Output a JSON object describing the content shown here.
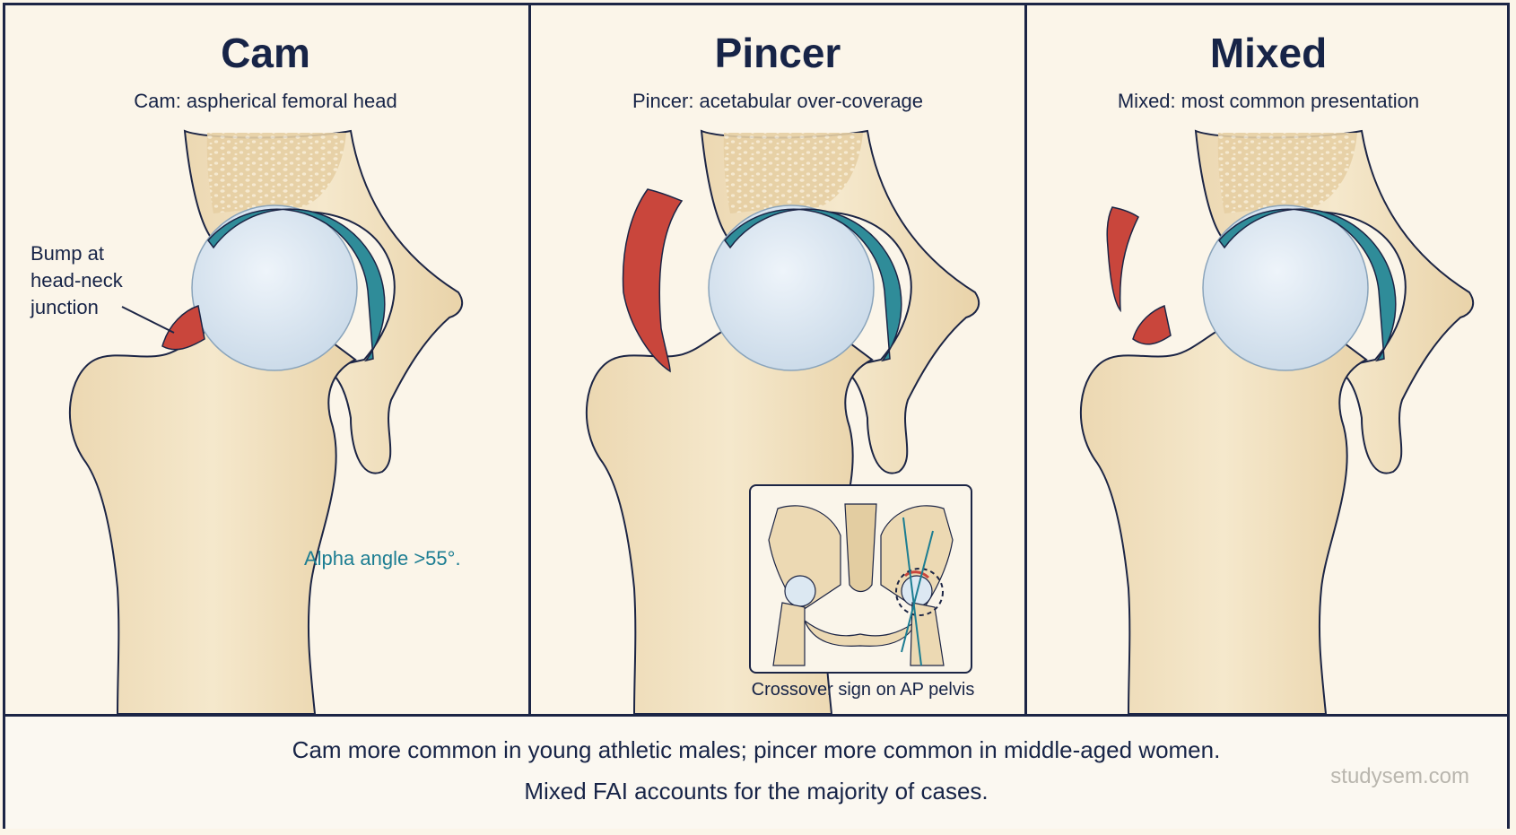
{
  "panels": [
    {
      "title": "Cam",
      "subtitle": "Cam: aspherical femoral head",
      "callout": "Bump at\nhead-neck\njunction",
      "note": "Alpha angle >55°."
    },
    {
      "title": "Pincer",
      "subtitle": "Pincer: acetabular over-coverage",
      "inset_caption": "Crossover sign on AP pelvis"
    },
    {
      "title": "Mixed",
      "subtitle": "Mixed: most common presentation"
    }
  ],
  "footer": {
    "line1": "Cam more common in young athletic males; pincer more common in middle-aged women.",
    "line2": "Mixed FAI accounts for the majority of cases."
  },
  "watermark": "studysem.com",
  "colors": {
    "bone": "#efdfbf",
    "cartilage": "#2f8c99",
    "lesion": "#c9463c",
    "head": "#dce8f2",
    "navy": "#1c2545",
    "accent_text": "#1c7d92"
  }
}
